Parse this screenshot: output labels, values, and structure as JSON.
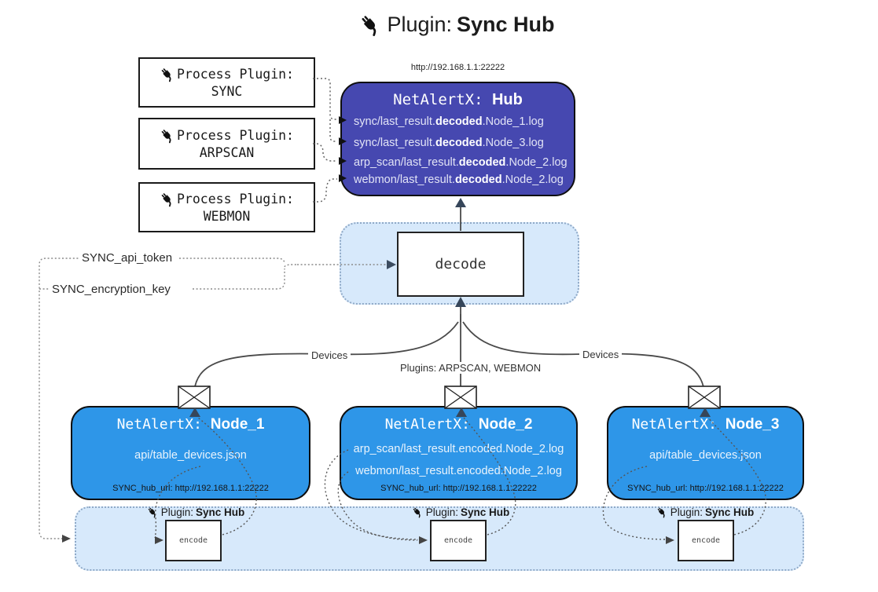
{
  "title": {
    "prefix": "Plugin: ",
    "bold": "Sync Hub"
  },
  "colors": {
    "hub_fill": "#4648B0",
    "node_fill": "#2E96E8",
    "band_fill": "#D7E9FB",
    "arrow_dark": "#36465A"
  },
  "process_plugins": [
    {
      "line1": "Process Plugin:",
      "name": "SYNC"
    },
    {
      "line1": "Process Plugin:",
      "name": "ARPSCAN"
    },
    {
      "line1": "Process Plugin:",
      "name": "WEBMON"
    }
  ],
  "hub": {
    "url": "http://192.168.1.1:22222",
    "title_prefix": "NetAlertX: ",
    "title_bold": "Hub",
    "lines": [
      {
        "pre": "sync/last_result.",
        "bold": "decoded",
        "suf": ".Node_1.log"
      },
      {
        "pre": "sync/last_result.",
        "bold": "decoded",
        "suf": ".Node_3.log"
      },
      {
        "pre": "arp_scan/last_result.",
        "bold": "decoded",
        "suf": ".Node_2.log"
      },
      {
        "pre": "webmon/last_result.",
        "bold": "decoded",
        "suf": ".Node_2.log"
      }
    ]
  },
  "decode_box": {
    "label": "decode"
  },
  "tokens": {
    "api_token": "SYNC_api_token",
    "encryption_key": "SYNC_encryption_key"
  },
  "edges": {
    "devices_left": "Devices",
    "plugins_center": "Plugins: ARPSCAN, WEBMON",
    "devices_right": "Devices"
  },
  "nodes": [
    {
      "title_prefix": "NetAlertX: ",
      "title_bold": "Node_1",
      "lines": [
        "api/table_devices.json"
      ],
      "hub_url": "SYNC_hub_url: http://192.168.1.1:22222"
    },
    {
      "title_prefix": "NetAlertX: ",
      "title_bold": "Node_2",
      "lines": [
        "arp_scan/last_result.encoded.Node_2.log",
        "webmon/last_result.encoded.Node_2.log"
      ],
      "hub_url": "SYNC_hub_url: http://192.168.1.1:22222"
    },
    {
      "title_prefix": "NetAlertX: ",
      "title_bold": "Node_3",
      "lines": [
        "api/table_devices.json"
      ],
      "hub_url": "SYNC_hub_url: http://192.168.1.1:22222"
    }
  ],
  "band": {
    "plugin_prefix": "Plugin: ",
    "plugin_bold": "Sync Hub",
    "encode_label": "encode"
  }
}
